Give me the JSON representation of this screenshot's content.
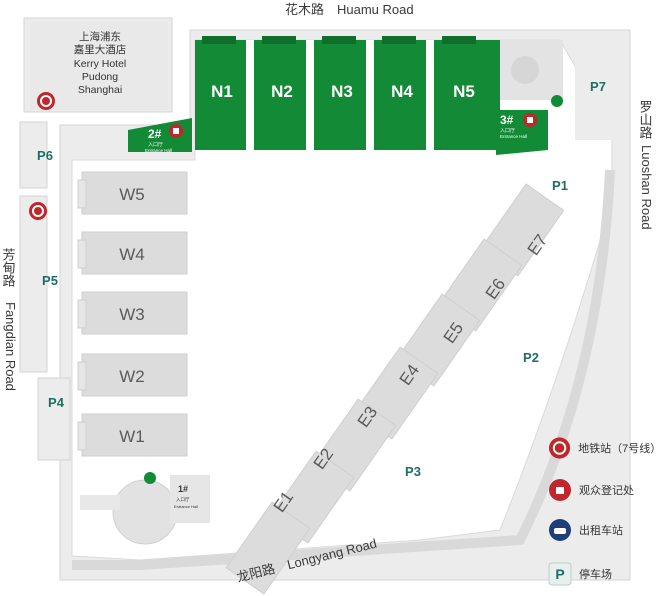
{
  "roads": {
    "top": "花木路　Huamu Road",
    "right_cn": "罗山路",
    "right_en": "Luoshan Road",
    "left_cn": "芳甸路",
    "left_en": "Fangdian Road",
    "bottom": "龙阳路　Longyang Road"
  },
  "hotel": {
    "line1": "上海浦东",
    "line2": "嘉里大酒店",
    "line3": "Kerry Hotel",
    "line4": "Pudong",
    "line5": "Shanghai"
  },
  "halls_north": [
    "N1",
    "N2",
    "N3",
    "N4",
    "N5"
  ],
  "halls_west": [
    "W5",
    "W4",
    "W3",
    "W2",
    "W1"
  ],
  "halls_east": [
    "E7",
    "E6",
    "E5",
    "E4",
    "E3",
    "E2",
    "E1"
  ],
  "parking": [
    "P1",
    "P2",
    "P3",
    "P4",
    "P5",
    "P6",
    "P7"
  ],
  "entrances": [
    {
      "number": "2#",
      "cn": "入口厅",
      "en": "Entrance Hall"
    },
    {
      "number": "3#",
      "cn": "入口厅",
      "en": "Entrance Hall"
    },
    {
      "number": "1#",
      "cn": "入口厅",
      "en": "Entrance Hall"
    }
  ],
  "legend": [
    {
      "icon": "metro-icon",
      "label": "地铁站（7号线）"
    },
    {
      "icon": "registration-icon",
      "label": "观众登记处"
    },
    {
      "icon": "taxi-icon",
      "label": "出租车站"
    },
    {
      "icon": "parking-icon",
      "label": "停车场"
    }
  ],
  "colors": {
    "green": "#138a36",
    "metro_red": "#c0272d",
    "taxi_blue": "#1e3f78",
    "parking_text": "#1e6e64",
    "hall_gray": "#dcdcdc",
    "road_outline": "#cfcfcf"
  }
}
